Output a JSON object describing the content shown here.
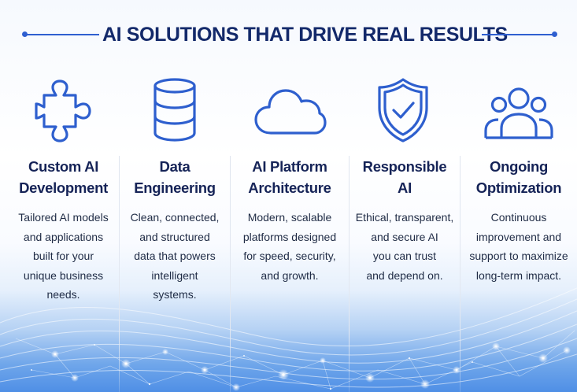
{
  "header": {
    "title": "AI SOLUTIONS THAT DRIVE REAL RESULTS"
  },
  "colors": {
    "accent": "#2f5fd0",
    "title_text": "#13296a",
    "heading_text": "#152357",
    "body_text": "#1f2b45"
  },
  "features": [
    {
      "icon": "puzzle-piece-icon",
      "title_lines": [
        "Custom AI",
        "Development"
      ],
      "desc_lines": [
        "Tailored AI models",
        "and applications",
        "built for your",
        "unique business",
        "needs."
      ]
    },
    {
      "icon": "database-icon",
      "title_lines": [
        "Data",
        "Engineering"
      ],
      "desc_lines": [
        "Clean, connected,",
        "and structured",
        "data that powers",
        "intelligent",
        "systems."
      ]
    },
    {
      "icon": "cloud-icon",
      "title_lines": [
        "AI Platform",
        "Architecture"
      ],
      "desc_lines": [
        "Modern, scalable",
        "platforms designed",
        "for speed, security,",
        "and growth."
      ]
    },
    {
      "icon": "shield-check-icon",
      "title_lines": [
        "Responsible",
        "AI"
      ],
      "desc_lines": [
        "Ethical, transparent,",
        "and secure AI",
        "you can trust",
        "and depend on."
      ]
    },
    {
      "icon": "people-group-icon",
      "title_lines": [
        "Ongoing",
        "Optimization"
      ],
      "desc_lines": [
        "Continuous",
        "improvement and",
        "support to maximize",
        "long-term impact."
      ]
    }
  ]
}
